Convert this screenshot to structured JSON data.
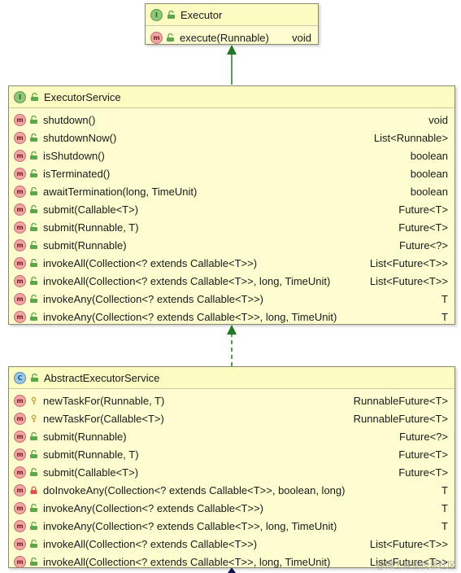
{
  "executor": {
    "title": "Executor",
    "kind_icon": "interface-icon",
    "methods": [
      {
        "name": "execute(Runnable)",
        "type": "void",
        "vis": "public"
      }
    ]
  },
  "executor_service": {
    "title": "ExecutorService",
    "kind_icon": "interface-icon",
    "methods": [
      {
        "name": "shutdown()",
        "type": "void",
        "vis": "public"
      },
      {
        "name": "shutdownNow()",
        "type": "List<Runnable>",
        "vis": "public"
      },
      {
        "name": "isShutdown()",
        "type": "boolean",
        "vis": "public"
      },
      {
        "name": "isTerminated()",
        "type": "boolean",
        "vis": "public"
      },
      {
        "name": "awaitTermination(long, TimeUnit)",
        "type": "boolean",
        "vis": "public"
      },
      {
        "name": "submit(Callable<T>)",
        "type": "Future<T>",
        "vis": "public"
      },
      {
        "name": "submit(Runnable, T)",
        "type": "Future<T>",
        "vis": "public"
      },
      {
        "name": "submit(Runnable)",
        "type": "Future<?>",
        "vis": "public"
      },
      {
        "name": "invokeAll(Collection<? extends Callable<T>>)",
        "type": "List<Future<T>>",
        "vis": "public"
      },
      {
        "name": "invokeAll(Collection<? extends Callable<T>>, long, TimeUnit)",
        "type": "List<Future<T>>",
        "vis": "public"
      },
      {
        "name": "invokeAny(Collection<? extends Callable<T>>)",
        "type": "T",
        "vis": "public"
      },
      {
        "name": "invokeAny(Collection<? extends Callable<T>>, long, TimeUnit)",
        "type": "T",
        "vis": "public"
      }
    ]
  },
  "abstract_executor_service": {
    "title": "AbstractExecutorService",
    "kind_icon": "class-icon",
    "methods": [
      {
        "name": "newTaskFor(Runnable, T)",
        "type": "RunnableFuture<T>",
        "vis": "protected"
      },
      {
        "name": "newTaskFor(Callable<T>)",
        "type": "RunnableFuture<T>",
        "vis": "protected"
      },
      {
        "name": "submit(Runnable)",
        "type": "Future<?>",
        "vis": "public"
      },
      {
        "name": "submit(Runnable, T)",
        "type": "Future<T>",
        "vis": "public"
      },
      {
        "name": "submit(Callable<T>)",
        "type": "Future<T>",
        "vis": "public"
      },
      {
        "name": "doInvokeAny(Collection<? extends Callable<T>>, boolean, long)",
        "type": "T",
        "vis": "private"
      },
      {
        "name": "invokeAny(Collection<? extends Callable<T>>)",
        "type": "T",
        "vis": "public"
      },
      {
        "name": "invokeAny(Collection<? extends Callable<T>>, long, TimeUnit)",
        "type": "T",
        "vis": "public"
      },
      {
        "name": "invokeAll(Collection<? extends Callable<T>>)",
        "type": "List<Future<T>>",
        "vis": "public"
      },
      {
        "name": "invokeAll(Collection<? extends Callable<T>>, long, TimeUnit)",
        "type": "List<Future<T>>",
        "vis": "public"
      }
    ]
  },
  "colors": {
    "arrow_green": "#1f7a1f",
    "arrow_navy": "#14145e",
    "box_fill": "#fdfdcf"
  },
  "watermark": "@稀土掘金技术社区"
}
